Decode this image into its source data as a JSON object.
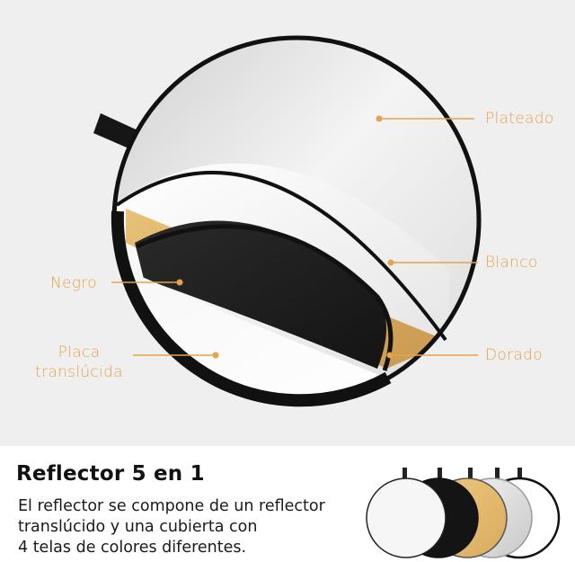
{
  "labels": {
    "silver": "Plateado",
    "white": "Blanco",
    "gold": "Dorado",
    "black": "Negro",
    "translucent_line1": "Placa",
    "translucent_line2": "translúcida"
  },
  "product": {
    "title": "Reflector 5 en 1",
    "description_lines": [
      "El reflector se compone de un reflector",
      "translúcido y una cubierta con",
      "4 telas de colores diferentes."
    ]
  },
  "thumbnail": {
    "discs": [
      "translucent",
      "black",
      "gold",
      "silver",
      "white"
    ]
  },
  "colors": {
    "accent": "#e7a24a",
    "hero_bg": "#efefef",
    "rim": "#111111",
    "gold": "#d9b06a",
    "silver": "#e3e3e3"
  }
}
